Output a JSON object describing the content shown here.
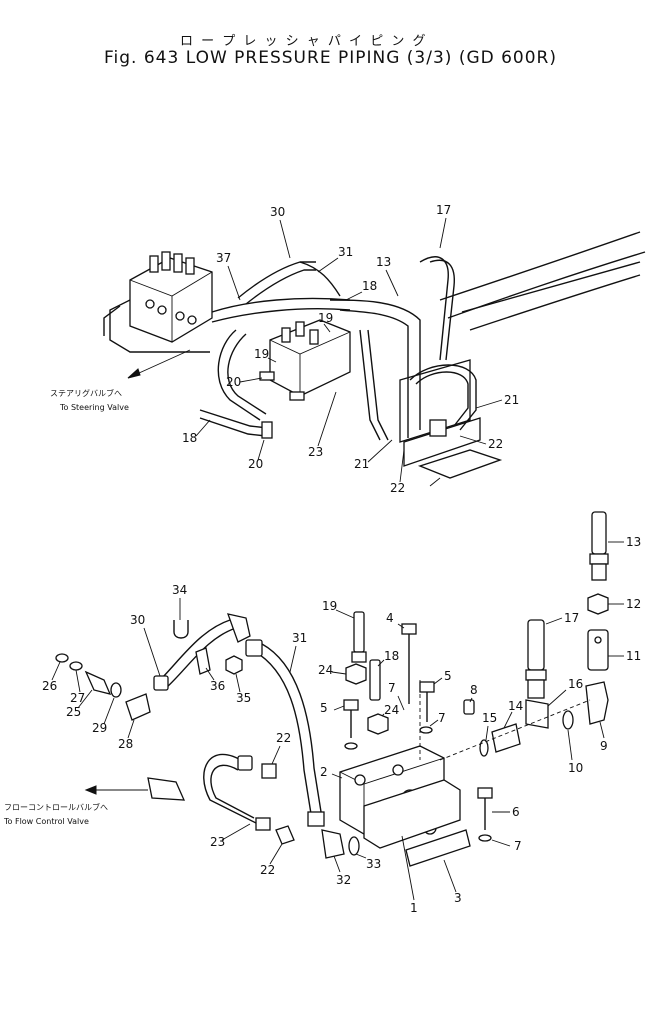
{
  "title": {
    "jp": "ロ ー  プ レ ッ シ ャ パ イ ピ ン グ",
    "en": "Fig. 643  LOW  PRESSURE  PIPING (3/3)  (GD 600R)"
  },
  "notes": {
    "steering_jp": "ステアリグバルブへ",
    "steering_en": "To Steering Valve",
    "flow_jp": "フローコントロールバルブへ",
    "flow_en": "To Flow Control Valve"
  },
  "callouts_upper": [
    "30",
    "31",
    "17",
    "37",
    "13",
    "18",
    "19",
    "19",
    "20",
    "21",
    "18",
    "23",
    "20",
    "21",
    "22",
    "22"
  ],
  "callouts_lower": [
    "13",
    "12",
    "34",
    "30",
    "31",
    "17",
    "11",
    "19",
    "4",
    "16",
    "26",
    "27",
    "36",
    "35",
    "24",
    "18",
    "5",
    "8",
    "25",
    "29",
    "24",
    "14",
    "9",
    "5",
    "7",
    "7",
    "15",
    "28",
    "22",
    "10",
    "2",
    "6",
    "23",
    "7",
    "22",
    "32",
    "33",
    "3",
    "1"
  ]
}
